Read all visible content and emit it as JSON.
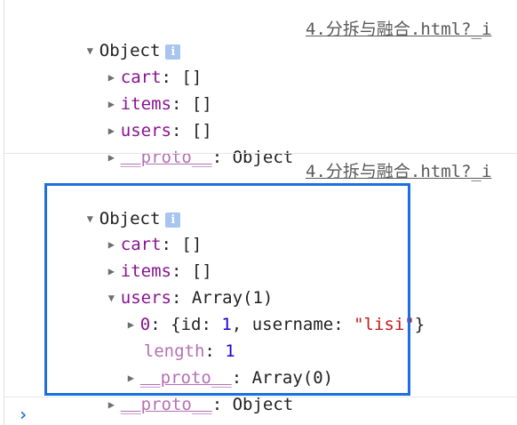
{
  "source_link": "4.分拆与融合.html?_i",
  "message1": {
    "label": "Object",
    "info_badge": "i",
    "props": [
      {
        "key": "cart",
        "value": "[]"
      },
      {
        "key": "items",
        "value": "[]"
      },
      {
        "key": "users",
        "value": "[]"
      },
      {
        "key": "__proto__",
        "value": "Object"
      }
    ]
  },
  "message2": {
    "label": "Object",
    "info_badge": "i",
    "cart": {
      "key": "cart",
      "value": "[]"
    },
    "items": {
      "key": "items",
      "value": "[]"
    },
    "users": {
      "key": "users",
      "value": "Array(1)",
      "entry0": {
        "index": "0",
        "open_brace": "{",
        "id_key": "id",
        "id_value": "1",
        "username_key": "username",
        "username_value": "\"lisi\"",
        "close_brace": "}"
      },
      "length_key": "length",
      "length_value": "1",
      "proto_key": "__proto__",
      "proto_value": "Array(0)"
    },
    "proto": {
      "key": "__proto__",
      "value": "Object"
    }
  },
  "prompt_symbol": "›",
  "colors": {
    "prop_key": "#881391",
    "proto_key": "#b371b3",
    "number": "#1c00cf",
    "string": "#c41a16",
    "highlight_border": "#1b6fe0",
    "prompt": "#2a72e8"
  },
  "icons": [
    "triangle-down-icon",
    "triangle-right-icon",
    "info-icon",
    "prompt-chevron-icon"
  ]
}
